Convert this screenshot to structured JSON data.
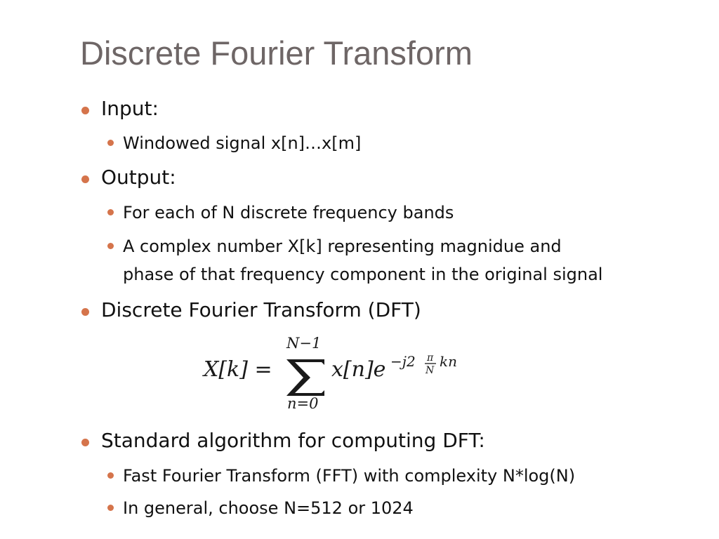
{
  "slide": {
    "title": "Discrete Fourier Transform",
    "bullets": [
      {
        "level": 1,
        "text": "Input:"
      },
      {
        "level": 2,
        "text": "Windowed signal x[n]…x[m]"
      },
      {
        "level": 1,
        "text": "Output:"
      },
      {
        "level": 2,
        "text": "For each of N discrete frequency bands"
      },
      {
        "level": 2,
        "text": "A complex number X[k] representing magnidue and"
      },
      {
        "level": 2,
        "text": "phase of that frequency component in the original signal"
      },
      {
        "level": 1,
        "text": "Discrete Fourier Transform (DFT)"
      },
      {
        "level": 1,
        "text": "Standard algorithm for computing DFT:"
      },
      {
        "level": 2,
        "text": "Fast Fourier Transform (FFT) with complexity N*log(N)"
      },
      {
        "level": 2,
        "text": "In general, choose N=512 or 1024"
      }
    ],
    "formula": {
      "lhs": "X[k] =",
      "upper": "N−1",
      "lower": "n=0",
      "term": "x[n]e",
      "exp_pre": "−j2",
      "frac_num": "π",
      "frac_den": "N",
      "exp_post": "kn"
    }
  },
  "colors": {
    "bullet": "#d5744b",
    "title": "#6e6666",
    "text": "#111111"
  }
}
